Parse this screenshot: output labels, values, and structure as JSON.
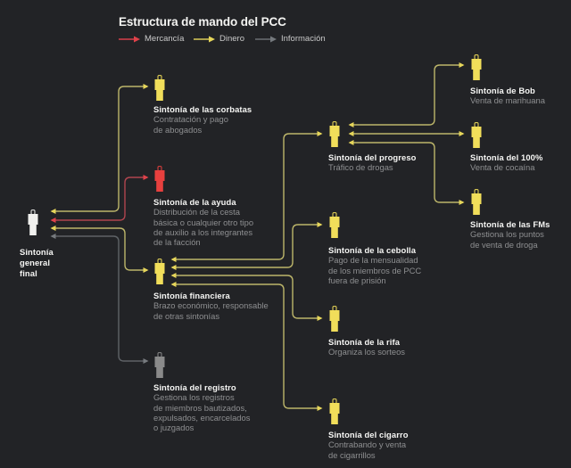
{
  "title": "Estructura de mando del PCC",
  "legend": [
    {
      "label": "Mercancía",
      "color": "#e0424a"
    },
    {
      "label": "Dinero",
      "color": "#e6d65a"
    },
    {
      "label": "Información",
      "color": "#75797d"
    }
  ],
  "colors": {
    "background": "#222326",
    "icon_yellow": "#f1de5a",
    "icon_red": "#e8403e",
    "icon_gray": "#8a8a8a",
    "icon_white": "#f0f0ee",
    "line_yellow": "#bdb66a",
    "line_red": "#b0454f",
    "line_gray": "#5f6367"
  },
  "nodes": {
    "general": {
      "title_lines": [
        "Sintonía",
        "general",
        "final"
      ]
    },
    "corbatas": {
      "title": "Sintonía de las corbatas",
      "desc": [
        "Contratación y pago",
        "de abogados"
      ]
    },
    "ayuda": {
      "title": "Sintonía de la ayuda",
      "desc": [
        "Distribución de la cesta",
        "básica o cualquier otro tipo",
        "de auxilio a los integrantes",
        "de la facción"
      ]
    },
    "financiera": {
      "title": "Sintonía financiera",
      "desc": [
        "Brazo económico, responsable",
        "de otras sintonías"
      ]
    },
    "registro": {
      "title": "Sintonía del registro",
      "desc": [
        "Gestiona los registros",
        "de miembros bautizados,",
        "expulsados, encarcelados",
        "o juzgados"
      ]
    },
    "progreso": {
      "title": "Sintonía del progreso",
      "desc": [
        "Tráfico de drogas"
      ]
    },
    "cebolla": {
      "title": "Sintonía de la cebolla",
      "desc": [
        "Pago de la mensualidad",
        "de los miembros de PCC",
        "fuera de prisión"
      ]
    },
    "rifa": {
      "title": "Sintonía de la rifa",
      "desc": [
        "Organiza los sorteos"
      ]
    },
    "cigarro": {
      "title": "Sintonía del cigarro",
      "desc": [
        "Contrabando y venta",
        "de cigarrillos"
      ]
    },
    "bob": {
      "title": "Sintonía de Bob",
      "desc": [
        "Venta de marihuana"
      ]
    },
    "cien": {
      "title": "Sintonía del 100%",
      "desc": [
        "Venta de cocaína"
      ]
    },
    "fms": {
      "title": "Sintonía de las FMs",
      "desc": [
        "Gestiona los puntos",
        "de venta de droga"
      ]
    }
  }
}
